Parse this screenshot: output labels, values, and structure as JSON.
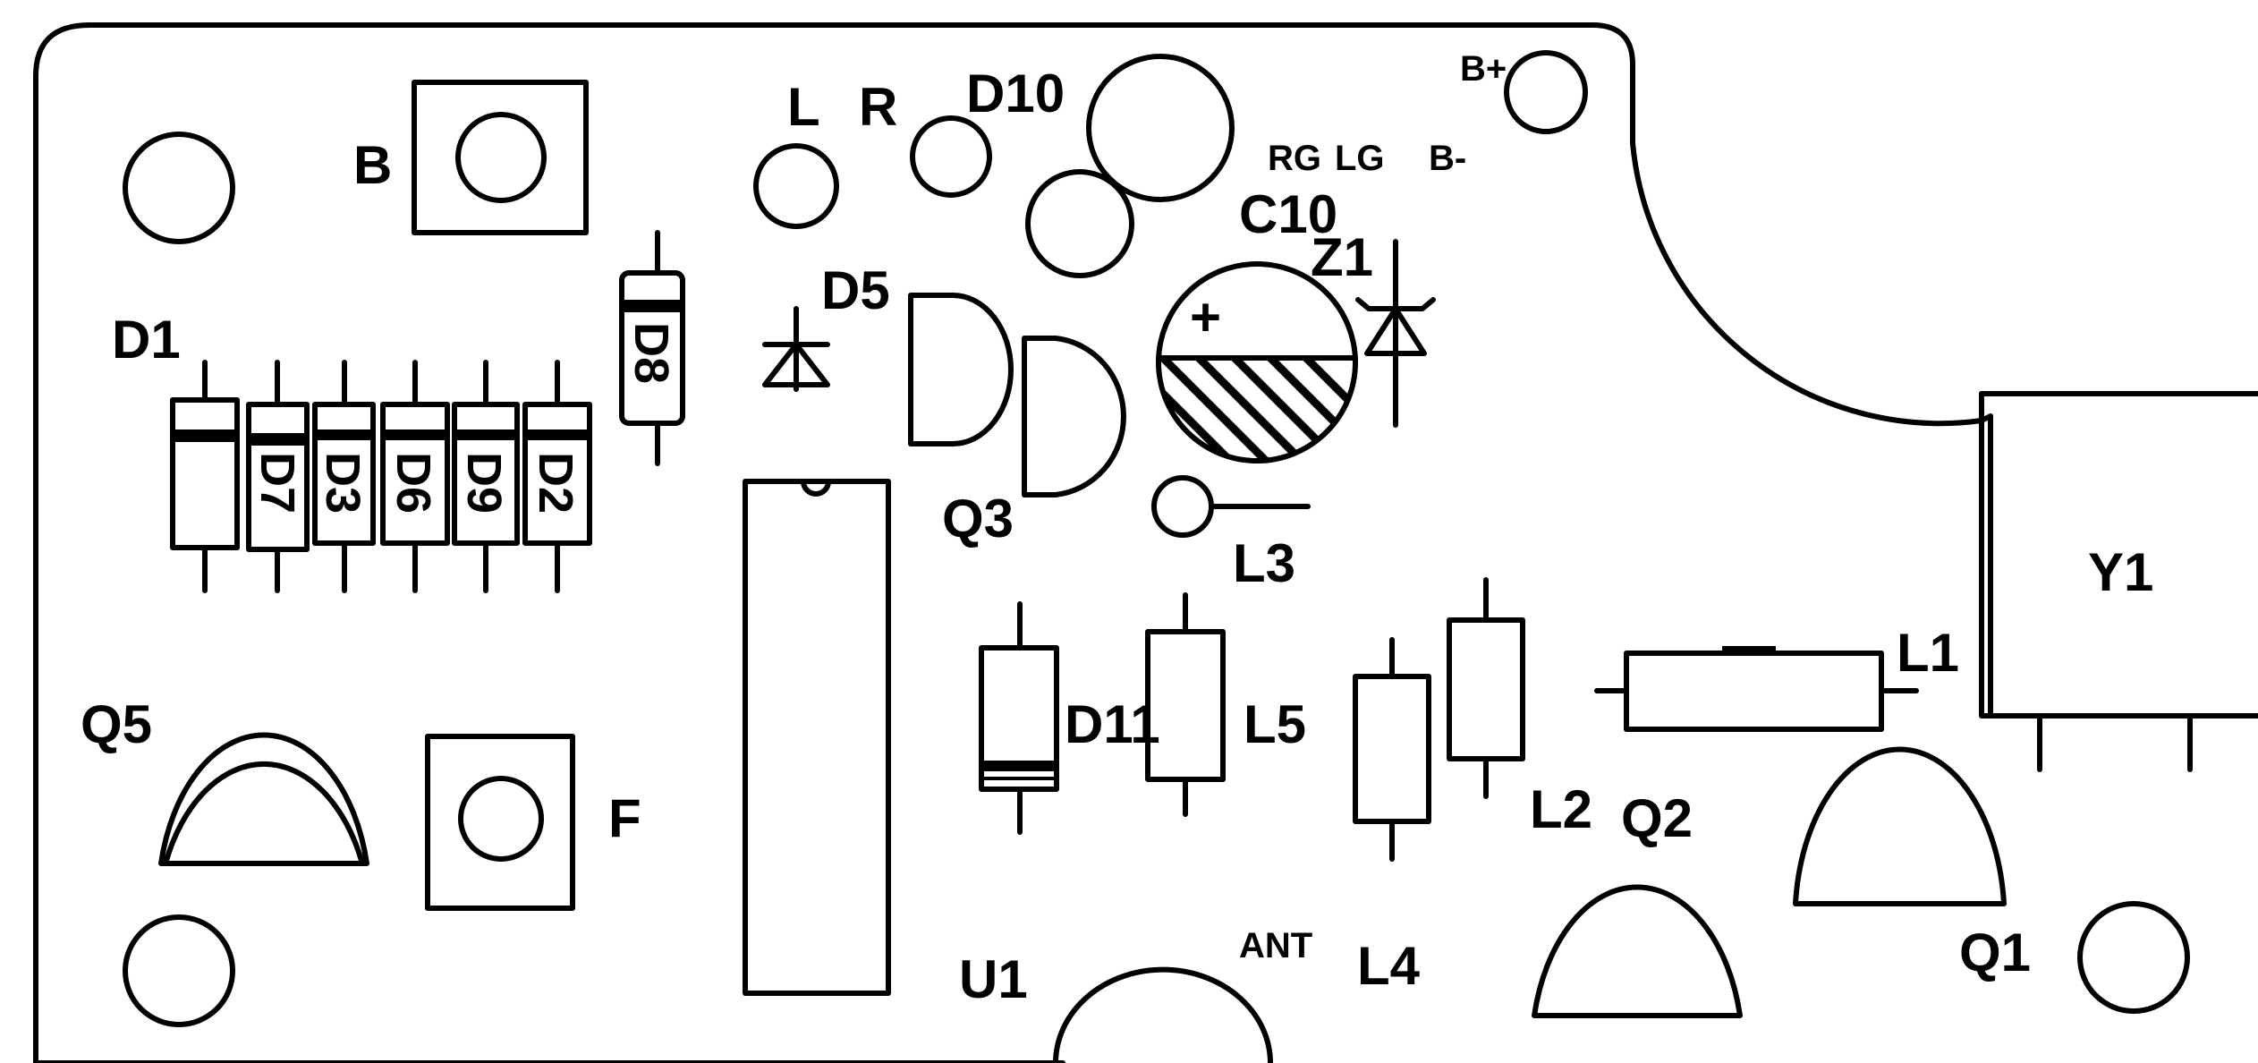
{
  "labels": {
    "b": "B",
    "l": "L",
    "r": "R",
    "d10": "D10",
    "b_plus": "B+",
    "rg": "RG",
    "lg": "LG",
    "b_minus": "B-",
    "c10": "C10",
    "z1": "Z1",
    "d1": "D1",
    "d5": "D5",
    "d8": "D8",
    "d7": "D7",
    "d3": "D3",
    "d6": "D6",
    "d9": "D9",
    "d2": "D2",
    "q3": "Q3",
    "l3": "L3",
    "y1": "Y1",
    "l1": "L1",
    "q5": "Q5",
    "f": "F",
    "d11": "D11",
    "l5": "L5",
    "l2": "L2",
    "q2": "Q2",
    "q1": "Q1",
    "u1": "U1",
    "ant": "ANT",
    "l4": "L4",
    "plus": "+"
  }
}
